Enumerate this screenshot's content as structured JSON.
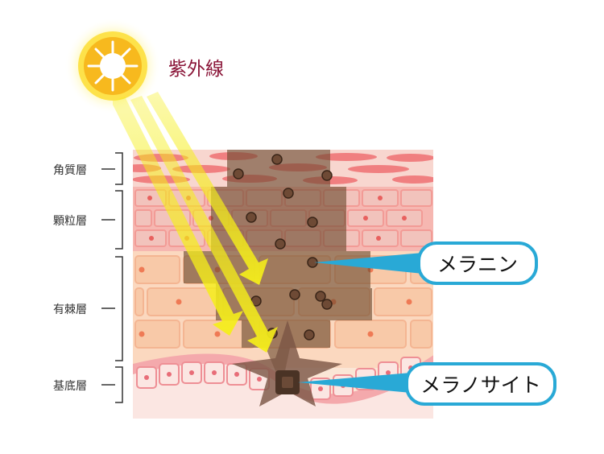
{
  "uv_label": "紫外線",
  "layers": [
    {
      "name": "角質層"
    },
    {
      "name": "顆粒層"
    },
    {
      "name": "有棘層"
    },
    {
      "name": "基底層"
    }
  ],
  "callouts": {
    "melanin": "メラニン",
    "melanocyte": "メラノサイト"
  },
  "colors": {
    "uv_text": "#8a1538",
    "callout_border": "#29a9d6",
    "ray": "#f5ee1a",
    "sun_core": "#f7b91e",
    "melanin_dot": "#6e4a35",
    "skin_pink": "#f2a7a3",
    "skin_tan": "#f7cdb0"
  }
}
